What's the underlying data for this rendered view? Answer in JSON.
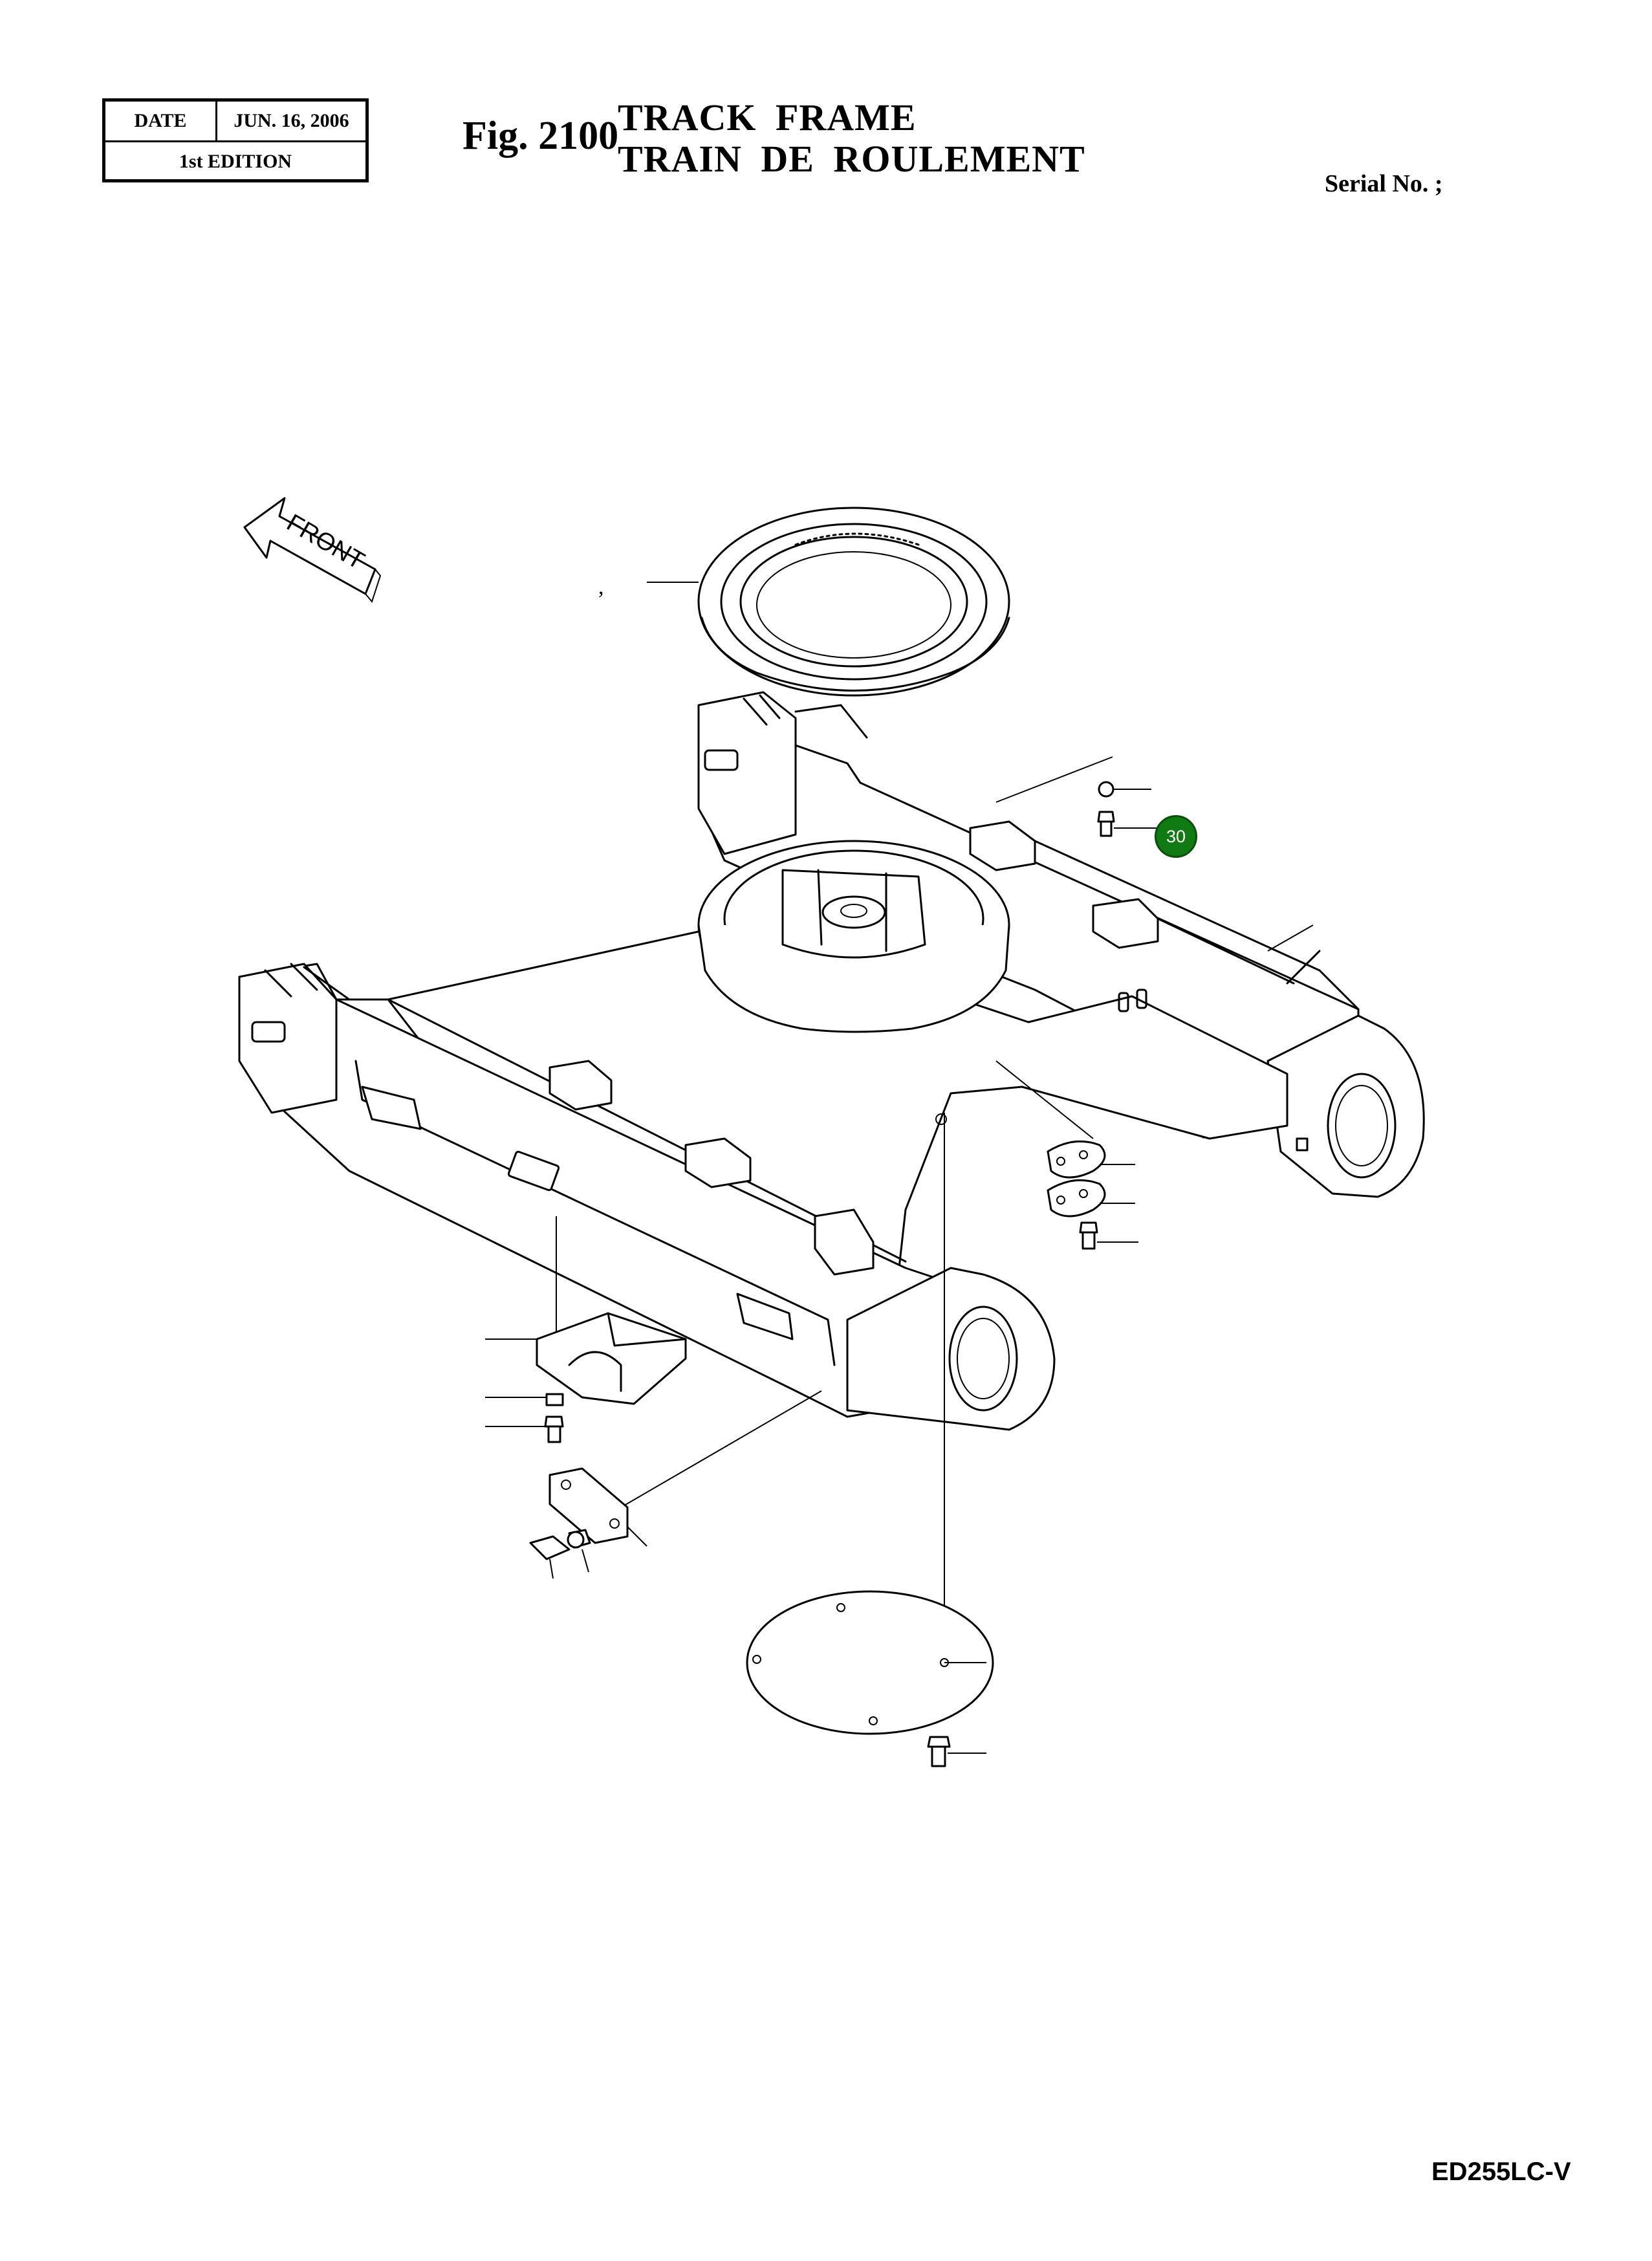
{
  "header": {
    "date_label": "DATE",
    "date_value": "JUN. 16, 2006",
    "edition": "1st EDITION",
    "fig_number": "Fig. 2100",
    "title_en": "TRACK FRAME",
    "title_fr": "TRAIN DE ROULEMENT",
    "serial": "Serial No. ;"
  },
  "diagram": {
    "front_label": "FRONT",
    "stray_mark": ",",
    "callouts": [
      {
        "label": "30",
        "color": "#0f7a12"
      }
    ],
    "parts": [
      "swing-bearing-ring",
      "lower-track-frame",
      "frame-mounting-pad",
      "bracket-guide",
      "plate-spacer",
      "round-cover-plate",
      "bolt",
      "washer",
      "gasket-plate"
    ]
  },
  "footer": {
    "model": "ED255LC-V"
  }
}
